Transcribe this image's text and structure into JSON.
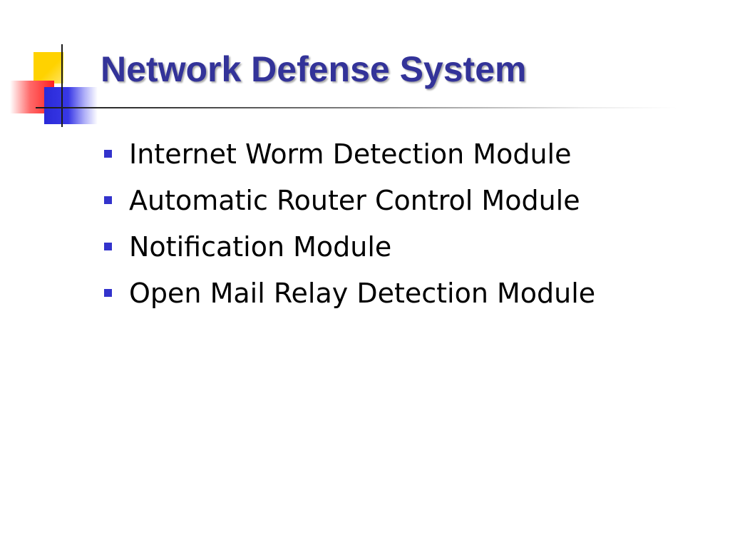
{
  "slide": {
    "title": "Network Defense System",
    "bullets": [
      "Internet Worm Detection Module",
      "Automatic Router Control Module",
      "Notification Module",
      "Open Mail Relay Detection Module"
    ]
  },
  "colors": {
    "title": "#333399",
    "bullet_marker": "#3333cc",
    "logo_yellow": "#ffd200",
    "logo_red": "#ff2020",
    "logo_blue": "#2a2ad8"
  },
  "icons": {
    "logo": "slide-template-logo",
    "bullet": "square-bullet-icon"
  }
}
